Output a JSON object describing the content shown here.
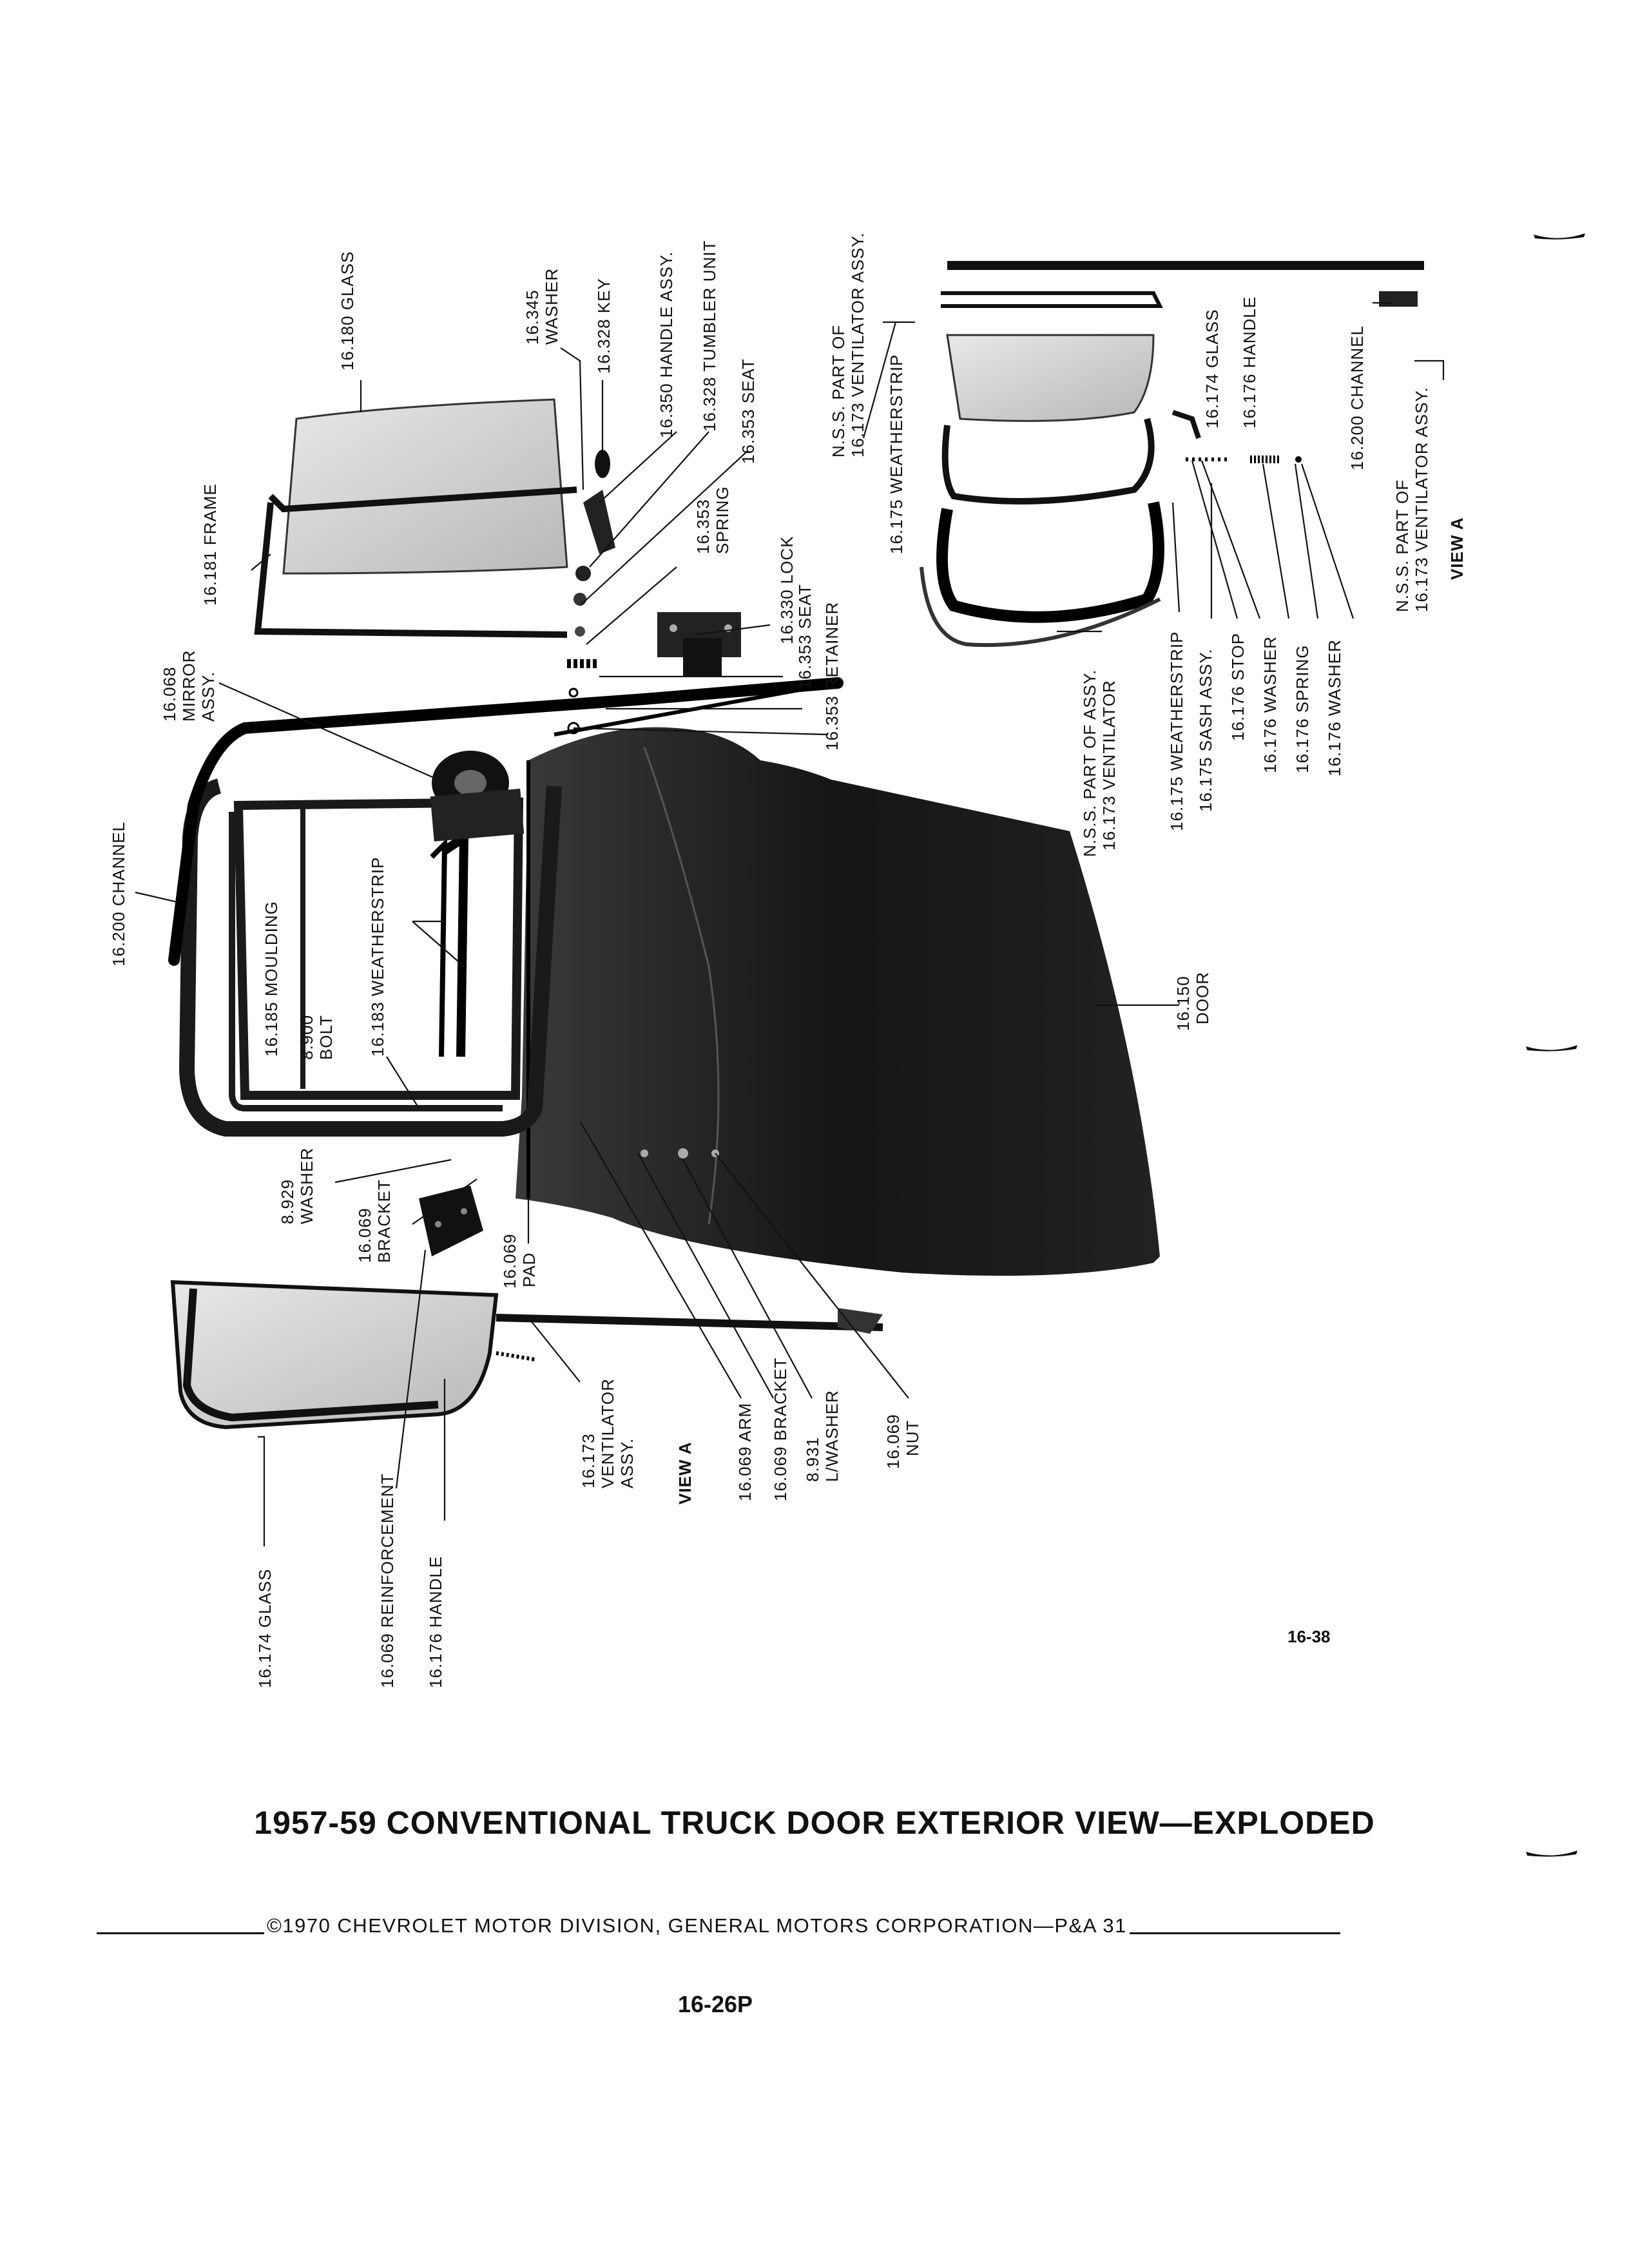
{
  "labels": {
    "glass_180": "16.180 GLASS",
    "washer_345_a": "16.345",
    "washer_345_b": "WASHER",
    "key_328": "16.328 KEY",
    "handle_assy_350": "16.350 HANDLE ASSY.",
    "tumbler_328": "16.328 TUMBLER UNIT",
    "seat_353_top": "16.353 SEAT",
    "nss_part_of": "N.S.S. PART OF",
    "ventilator_assy_173": "16.173 VENTILATOR ASSY.",
    "weatherstrip_175_top": "16.175 WEATHERSTRIP",
    "glass_174_right": "16.174 GLASS",
    "handle_176_right": "16.176 HANDLE",
    "channel_200_right": "16.200 CHANNEL",
    "frame_181": "16.181 FRAME",
    "spring_353_a": "16.353",
    "spring_353_b": "SPRING",
    "lock_330": "16.330 LOCK",
    "seat_353_mid": "16.353 SEAT",
    "retainer_353": "16.353 RETAINER",
    "nss_part_of_assy": "N.S.S. PART OF ASSY.",
    "ventilator_173": "16.173 VENTILATOR",
    "weatherstrip_175_mid": "16.175 WEATHERSTRIP",
    "sash_assy_175": "16.175 SASH ASSY.",
    "stop_176": "16.176 STOP",
    "washer_176_a": "16.176 WASHER",
    "spring_176": "16.176 SPRING",
    "washer_176_b": "16.176 WASHER",
    "nss_part_of_right": "N.S.S. PART OF",
    "ventilator_assy_173_right": "16.173 VENTILATOR ASSY.",
    "view_a_right": "VIEW A",
    "mirror_068_a": "16.068",
    "mirror_068_b": "MIRROR",
    "mirror_068_c": "ASSY.",
    "channel_200_left": "16.200 CHANNEL",
    "moulding_185": "16.185 MOULDING",
    "weatherstrip_183": "16.183 WEATHERSTRIP",
    "bolt_900_a": "8.900",
    "bolt_900_b": "BOLT",
    "door_150_a": "16.150",
    "door_150_b": "DOOR",
    "washer_929_a": "8.929",
    "washer_929_b": "WASHER",
    "bracket_069_a": "16.069",
    "bracket_069_b": "BRACKET",
    "pad_069_a": "16.069",
    "pad_069_b": "PAD",
    "vent_173_a": "16.173",
    "vent_173_b": "VENTILATOR",
    "vent_173_c": "ASSY.",
    "view_a_bottom": "VIEW A",
    "arm_069": "16.069 ARM",
    "bracket_069_bottom": "16.069 BRACKET",
    "lwasher_931_a": "8.931",
    "lwasher_931_b": "L/WASHER",
    "nut_069_a": "16.069",
    "nut_069_b": "NUT",
    "glass_174_left": "16.174 GLASS",
    "reinforcement_069": "16.069 REINFORCEMENT",
    "handle_176_left": "16.176 HANDLE"
  },
  "sheet_number": "16-38",
  "title": "1957-59 CONVENTIONAL TRUCK DOOR EXTERIOR VIEW—EXPLODED",
  "copyright": "©1970 CHEVROLET MOTOR DIVISION, GENERAL MOTORS CORPORATION—P&A 31",
  "page_number": "16-26P"
}
